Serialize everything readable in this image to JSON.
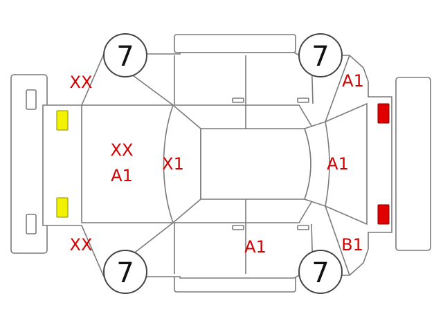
{
  "colors": {
    "outline": "#7a7a7a",
    "mark_text": "#d40000",
    "front_light": "#f2f200",
    "rear_light": "#e00000"
  },
  "tires": {
    "front_left": "7",
    "rear_left": "7",
    "front_right": "7",
    "rear_right": "7"
  },
  "marks": {
    "front_left_corner": "XX",
    "front_right_corner": "XX",
    "hood_1": "XX",
    "hood_2": "A1",
    "windshield": "X1",
    "rear_left_quarter": "A1",
    "rear_glass": "A1",
    "right_door": "A1",
    "rear_right_quarter": "B1"
  }
}
